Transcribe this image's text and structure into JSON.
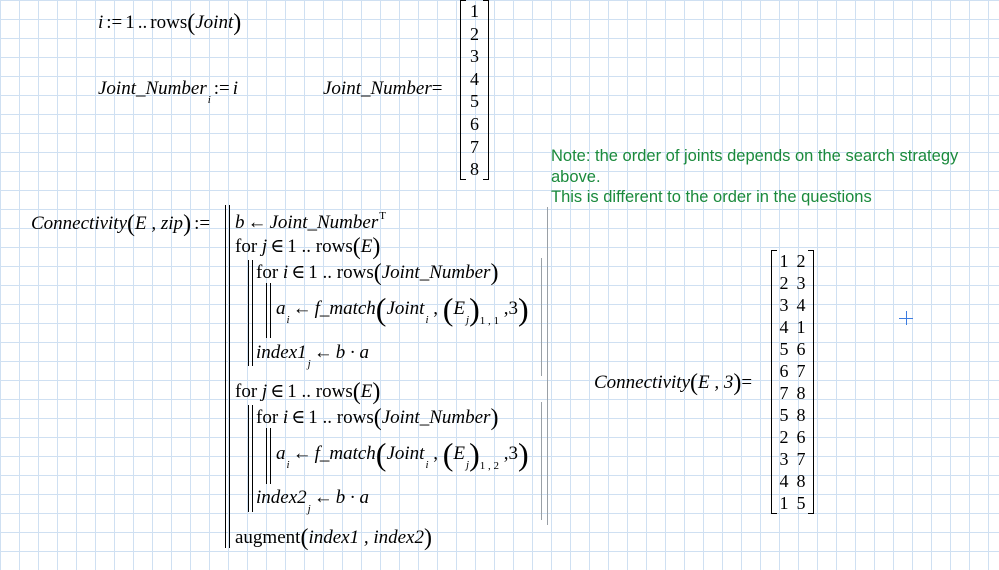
{
  "range_def": {
    "var": "i",
    "assign": ":=",
    "start": "1",
    "dots": "..",
    "fn": "rows",
    "arg": "Joint"
  },
  "joint_def": {
    "name": "Joint_Number",
    "sub": "i",
    "assign": ":=",
    "value": "i"
  },
  "joint_eval": {
    "name": "Joint_Number",
    "equals": "=",
    "values": [
      "1",
      "2",
      "3",
      "4",
      "5",
      "6",
      "7",
      "8"
    ]
  },
  "note": {
    "lines": [
      "Note: the order of joints depends on the search strategy",
      "above.",
      "This is different to the order in the questions"
    ]
  },
  "func_def": {
    "name": "Connectivity",
    "params": "E , zip",
    "assign": ":=",
    "line_b": {
      "lhs": "b",
      "arrow": "←",
      "rhs": "Joint_Number",
      "sup": "T"
    },
    "loop1": {
      "for_j": {
        "kw": "for",
        "var": "j",
        "in": "∈",
        "range": "1 .. rows",
        "arg": "E"
      },
      "for_i": {
        "kw": "for",
        "var": "i",
        "in": "∈",
        "range": "1 .. rows",
        "arg": "Joint_Number"
      },
      "assign_a": {
        "lhs": "a",
        "sub": "i",
        "arrow": "←",
        "fn": "f_match",
        "arg1": "Joint",
        "arg1_sub": "i",
        "arg2": "E",
        "arg2_sub": "j",
        "arg2_idx": "1 , 1",
        "arg3": "3"
      },
      "index_line": {
        "lhs": "index1",
        "sub": "j",
        "arrow": "←",
        "rhs": "b · a"
      }
    },
    "loop2": {
      "for_j": {
        "kw": "for",
        "var": "j",
        "in": "∈",
        "range": "1 .. rows",
        "arg": "E"
      },
      "for_i": {
        "kw": "for",
        "var": "i",
        "in": "∈",
        "range": "1 .. rows",
        "arg": "Joint_Number"
      },
      "assign_a": {
        "lhs": "a",
        "sub": "i",
        "arrow": "←",
        "fn": "f_match",
        "arg1": "Joint",
        "arg1_sub": "i",
        "arg2": "E",
        "arg2_sub": "j",
        "arg2_idx": "1 , 2",
        "arg3": "3"
      },
      "index_line": {
        "lhs": "index2",
        "sub": "j",
        "arrow": "←",
        "rhs": "b · a"
      }
    },
    "augment": {
      "fn": "augment",
      "args": "index1 , index2"
    }
  },
  "conn_eval": {
    "name": "Connectivity",
    "args": "E , 3",
    "equals": "=",
    "rows": [
      [
        "1",
        "2"
      ],
      [
        "2",
        "3"
      ],
      [
        "3",
        "4"
      ],
      [
        "4",
        "1"
      ],
      [
        "5",
        "6"
      ],
      [
        "6",
        "7"
      ],
      [
        "7",
        "8"
      ],
      [
        "5",
        "8"
      ],
      [
        "2",
        "6"
      ],
      [
        "3",
        "7"
      ],
      [
        "4",
        "8"
      ],
      [
        "1",
        "5"
      ]
    ]
  },
  "colors": {
    "grid": "#cfe0f2",
    "note_text": "#1a8a3c",
    "cursor": "#3c7be0"
  }
}
